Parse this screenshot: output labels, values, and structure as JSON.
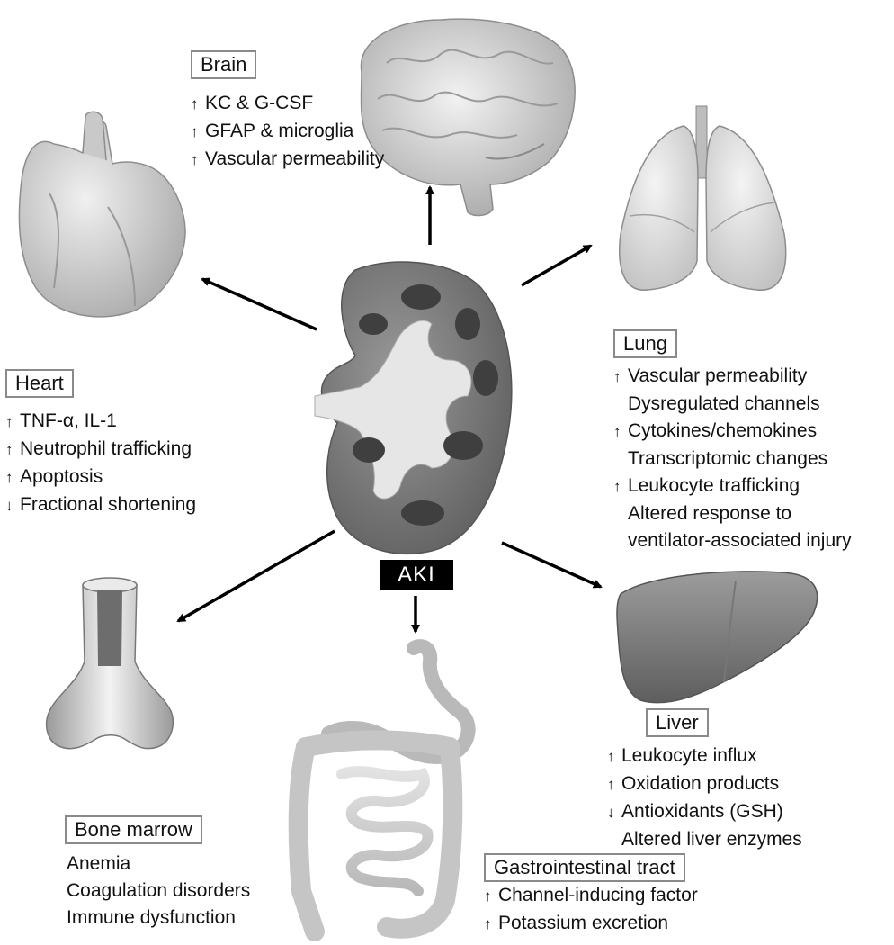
{
  "center": {
    "label": "AKI"
  },
  "organs": {
    "brain": {
      "label": "Brain",
      "effects": [
        {
          "dir": "up",
          "text": "KC & G-CSF"
        },
        {
          "dir": "up",
          "text": "GFAP & microglia"
        },
        {
          "dir": "up",
          "text": "Vascular permeability"
        }
      ]
    },
    "heart": {
      "label": "Heart",
      "effects": [
        {
          "dir": "up",
          "text": "TNF-α, IL-1"
        },
        {
          "dir": "up",
          "text": "Neutrophil trafficking"
        },
        {
          "dir": "up",
          "text": "Apoptosis"
        },
        {
          "dir": "down",
          "text": "Fractional shortening"
        }
      ]
    },
    "lung": {
      "label": "Lung",
      "effects": [
        {
          "dir": "up",
          "text": "Vascular permeability"
        },
        {
          "dir": "",
          "text": "Dysregulated channels"
        },
        {
          "dir": "up",
          "text": "Cytokines/chemokines"
        },
        {
          "dir": "",
          "text": "Transcriptomic changes"
        },
        {
          "dir": "up",
          "text": "Leukocyte trafficking"
        },
        {
          "dir": "",
          "text": "Altered response to"
        },
        {
          "dir": "",
          "text": "ventilator-associated injury"
        }
      ]
    },
    "liver": {
      "label": "Liver",
      "effects": [
        {
          "dir": "up",
          "text": "Leukocyte influx"
        },
        {
          "dir": "up",
          "text": "Oxidation products"
        },
        {
          "dir": "down",
          "text": "Antioxidants (GSH)"
        },
        {
          "dir": "",
          "text": "Altered liver enzymes"
        }
      ]
    },
    "bone_marrow": {
      "label": "Bone marrow",
      "effects": [
        {
          "dir": "",
          "text": "Anemia"
        },
        {
          "dir": "",
          "text": "Coagulation disorders"
        },
        {
          "dir": "",
          "text": "Immune dysfunction"
        }
      ]
    },
    "gi": {
      "label": "Gastrointestinal tract",
      "effects": [
        {
          "dir": "up",
          "text": "Channel-inducing factor"
        },
        {
          "dir": "up",
          "text": "Potassium excretion"
        }
      ]
    }
  },
  "arrow_glyphs": {
    "up": "↑",
    "down": "↓",
    "": ""
  },
  "colors": {
    "organ_fill": "#c8c8c8",
    "organ_dark": "#6f6f6f",
    "arrow": "#000000",
    "box_border": "#8a8a8a",
    "aki_bg": "#000000"
  }
}
